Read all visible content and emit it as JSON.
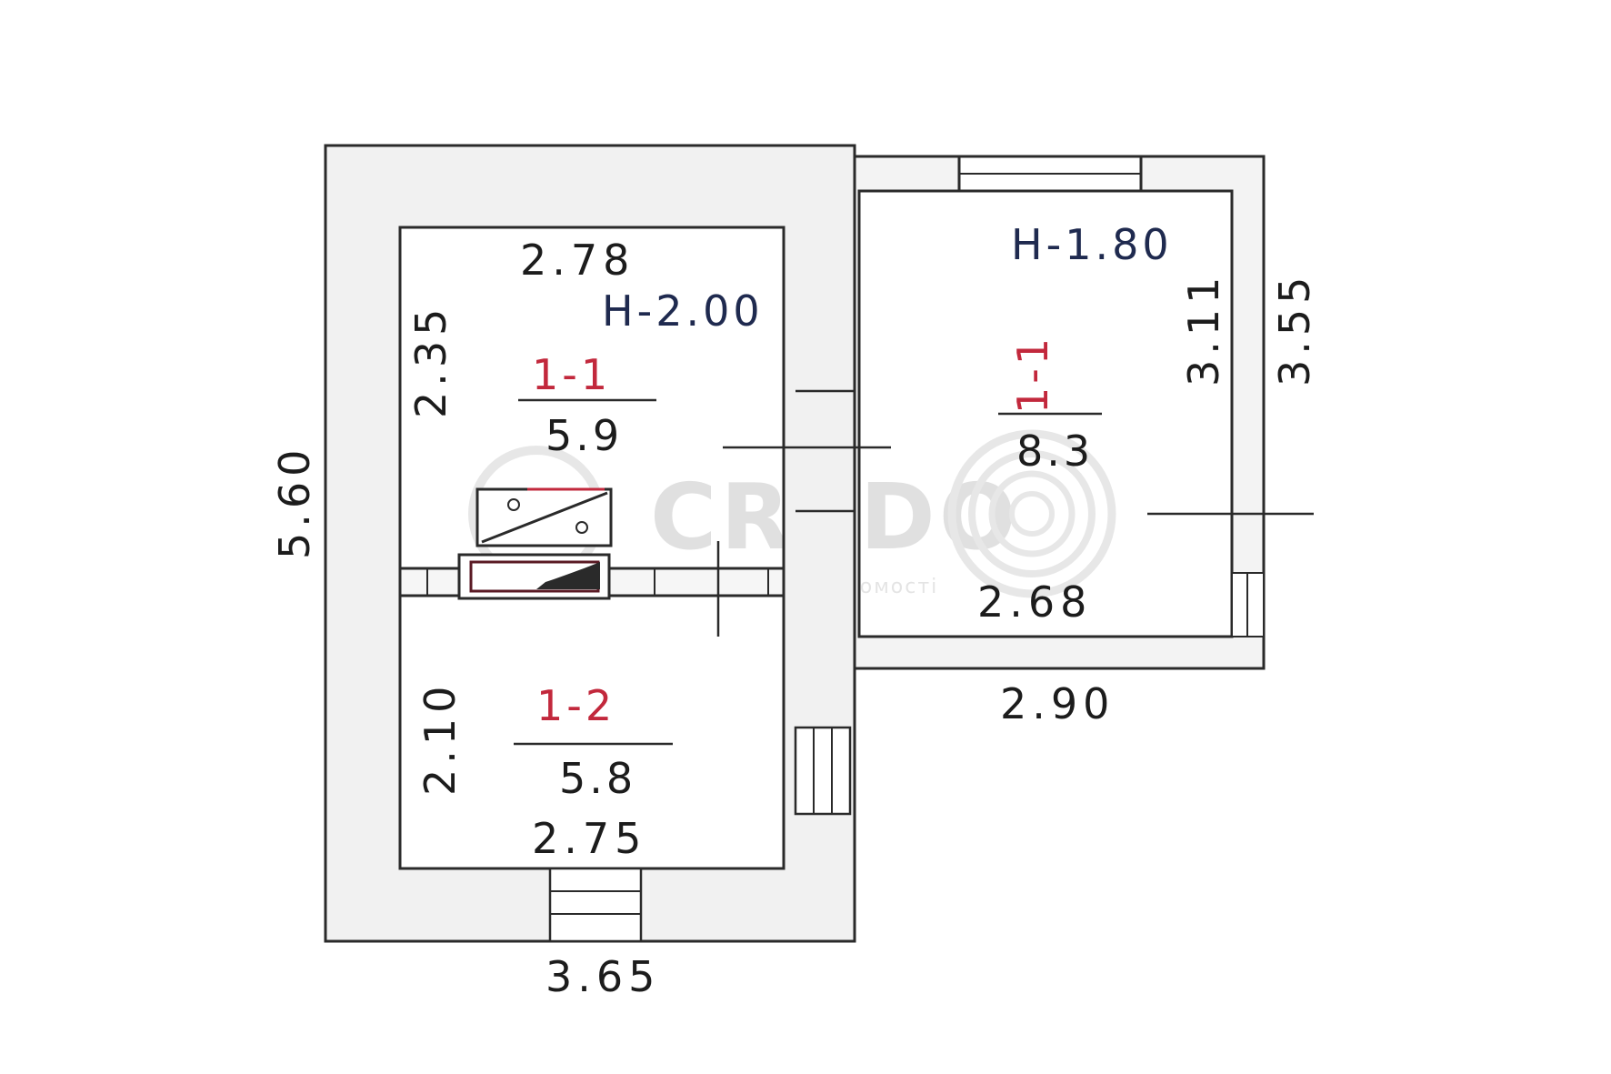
{
  "colors": {
    "line": "#2a2a2a",
    "wall_fill": "#f1f1f1",
    "room_number": "#c2283c",
    "height_label": "#1f2a4f",
    "watermark": "#c8c8c8"
  },
  "building": {
    "overall_length": "5.60",
    "overall_width_bottom": "3.65",
    "annex_length": "3.55",
    "annex_width": "2.90"
  },
  "rooms": {
    "r11": {
      "number": "1-1",
      "area": "5.9",
      "height": "H-2.00",
      "width": "2.78",
      "length": "2.35"
    },
    "r12": {
      "number": "1-2",
      "area": "5.8",
      "width": "2.75",
      "length": "2.10"
    },
    "r1": {
      "number": "1-1",
      "area": "8.3",
      "height": "H-1.80",
      "width": "2.68",
      "length": "3.11"
    }
  },
  "watermark": {
    "brand": "CREDO",
    "subtitle": "Агентство Нерухомості"
  }
}
